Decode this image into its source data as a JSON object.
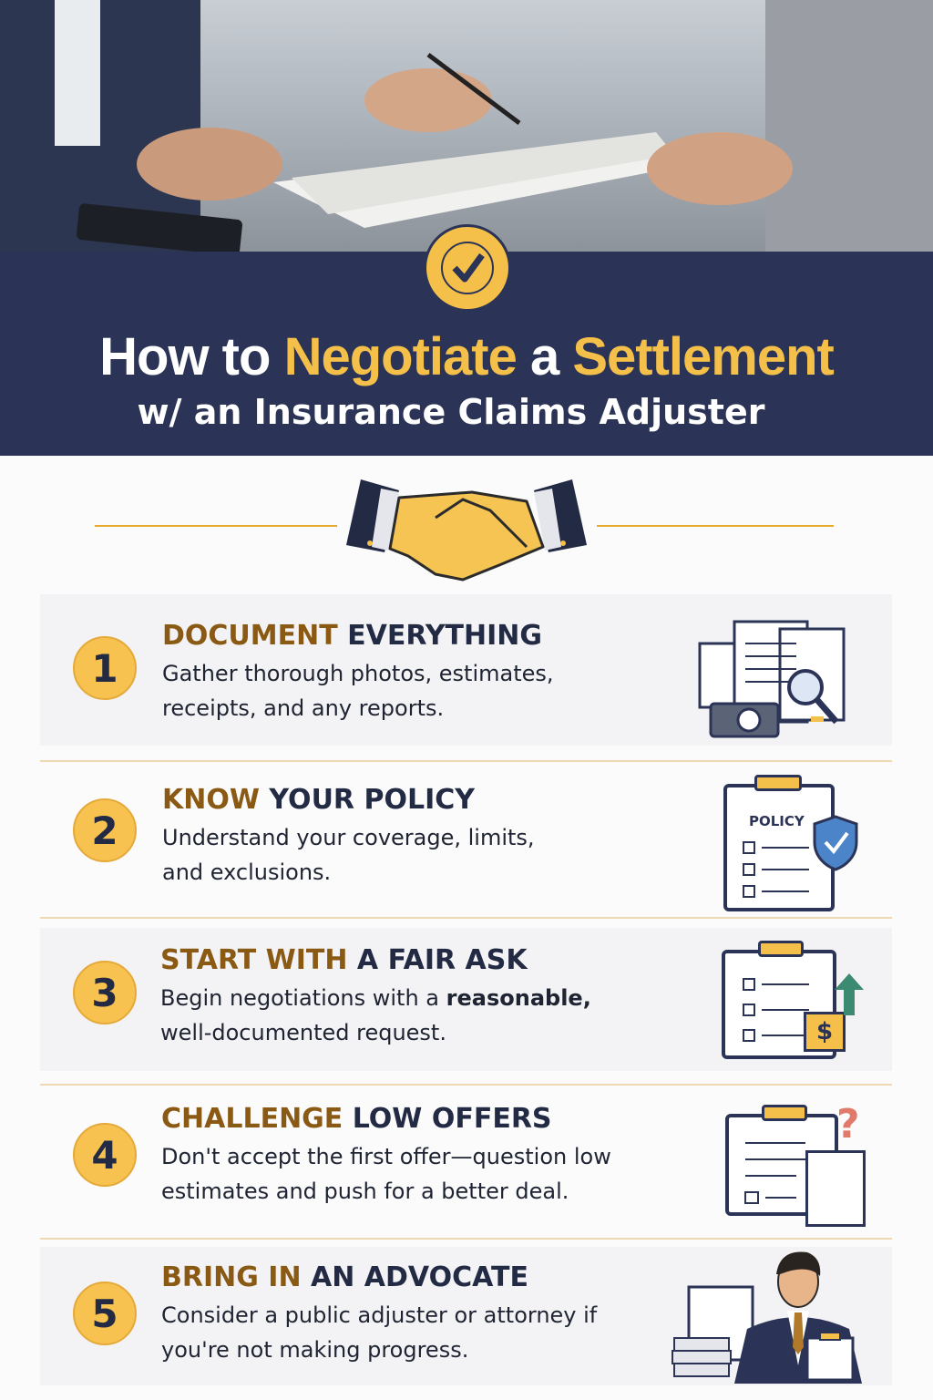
{
  "header": {
    "title_part1": "How to",
    "title_part2": "Negotiate",
    "title_part3": "a",
    "title_part4": "Settlement",
    "subtitle": "w/ an Insurance Claims Adjuster"
  },
  "colors": {
    "navy": "#2b3456",
    "gold": "#f5c04a",
    "brown": "#8a5a14"
  },
  "steps": [
    {
      "number": "1",
      "head_accent": "DOCUMENT",
      "head_rest": "EVERYTHING",
      "body": "Gather thorough photos, estimates, receipts, and any reports.",
      "icon": "documents-camera-magnifier-icon"
    },
    {
      "number": "2",
      "head_accent": "KNOW",
      "head_rest": "YOUR POLICY",
      "body": "Understand your coverage, limits, and exclusions.",
      "icon": "policy-clipboard-shield-icon",
      "icon_label": "POLICY"
    },
    {
      "number": "3",
      "head_accent": "START WITH",
      "head_rest": "A FAIR ASK",
      "body_pre": "Begin negotiations with a",
      "body_bold": "reasonable,",
      "body_post": "well-documented request.",
      "icon": "checklist-dollar-arrow-icon",
      "icon_label": "$"
    },
    {
      "number": "4",
      "head_accent": "CHALLENGE",
      "head_rest": "LOW OFFERS",
      "body": "Don't accept the first offer—question low estimates and push for a better deal.",
      "icon": "clipboard-question-icon",
      "icon_label": "?"
    },
    {
      "number": "5",
      "head_accent": "BRING IN",
      "head_rest": "AN ADVOCATE",
      "body": "Consider a public adjuster or attorney if you're not making progress.",
      "icon": "advocate-person-icon"
    }
  ]
}
